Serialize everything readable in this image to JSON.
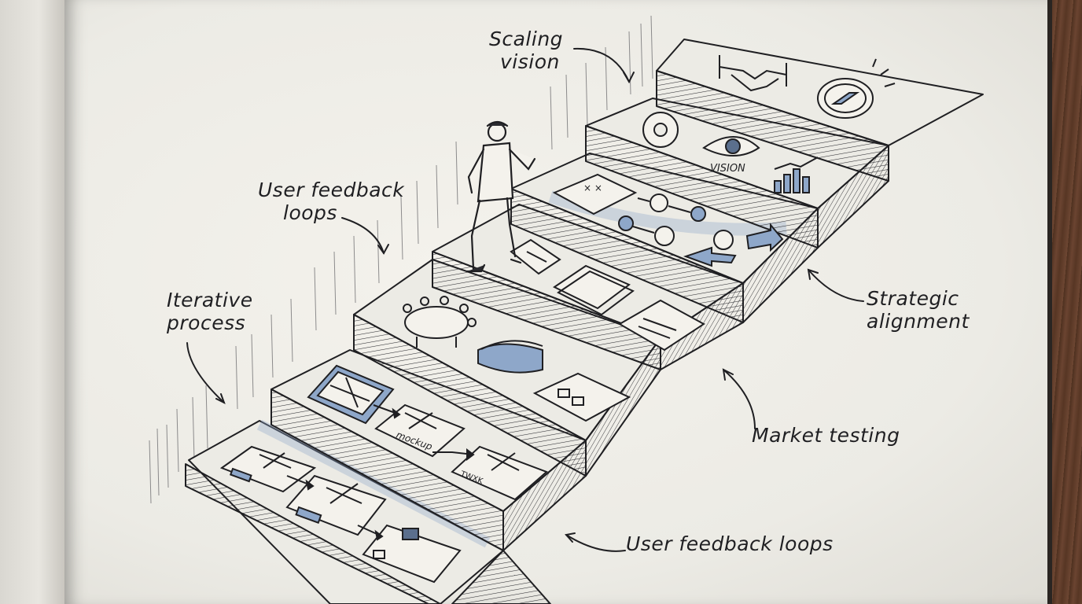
{
  "labels": {
    "scaling": {
      "line1": "Scaling",
      "line2": "vision"
    },
    "user_feedback_upper": {
      "line1": "User feedback",
      "line2": "loops"
    },
    "iterative": {
      "line1": "Iterative",
      "line2": "process"
    },
    "strategic": {
      "line1": "Strategic",
      "line2": "alignment"
    },
    "market_testing": "Market testing",
    "user_feedback_lower": "User feedback loops"
  },
  "step_texts": {
    "vision_caption": "VISION",
    "mockup_caption": "mockup",
    "wireframe_caption": "TWXK"
  },
  "colors": {
    "ink": "#1f1f22",
    "wash_blue": "#8ea7c9",
    "paper": "#f1efe9"
  },
  "icons": [
    "handshake-icon",
    "compass-icon",
    "gear-icon",
    "eye-icon",
    "bar-chart-icon",
    "strategy-board-icon",
    "workflow-icon",
    "arrows-icon",
    "document-icon",
    "clipboard-icon",
    "form-icon",
    "meeting-table-icon",
    "vr-headset-icon",
    "webpage-icon",
    "tablet-icon",
    "wireframe-icon"
  ]
}
